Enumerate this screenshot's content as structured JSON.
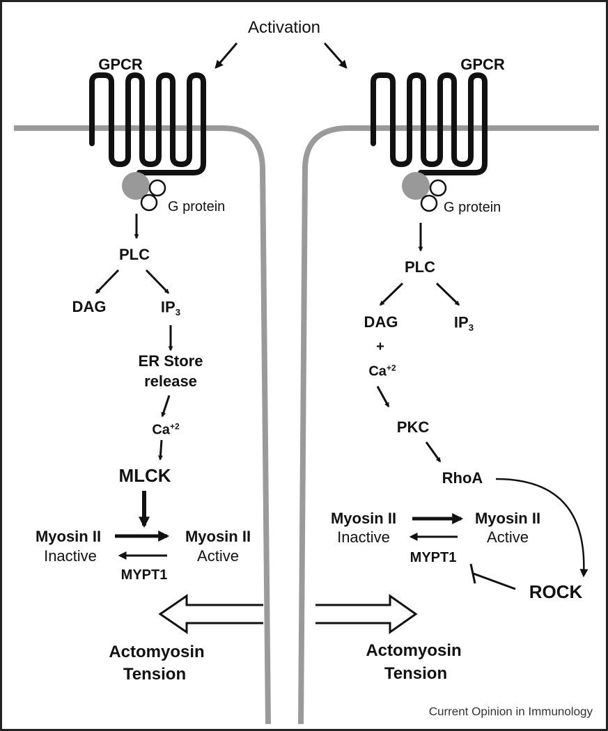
{
  "colors": {
    "membrane": "#9a9a9a",
    "g_alpha": "#999999",
    "ink": "#111111",
    "border": "#222222"
  },
  "top": {
    "activation": "Activation"
  },
  "left_panel": {
    "gpcr": "GPCR",
    "g_protein": "G protein",
    "plc": "PLC",
    "dag": "DAG",
    "ip3_base": "IP",
    "ip3_sub": "3",
    "er_line1": "ER Store",
    "er_line2": "release",
    "ca_base": "Ca",
    "ca_sup": "+2",
    "mlck": "MLCK",
    "myosin_inactive_name": "Myosin II",
    "myosin_inactive_state": "Inactive",
    "myosin_active_name": "Myosin II",
    "myosin_active_state": "Active",
    "mypt1": "MYPT1",
    "tension_line1": "Actomyosin",
    "tension_line2": "Tension"
  },
  "right_panel": {
    "gpcr": "GPCR",
    "g_protein": "G protein",
    "plc": "PLC",
    "dag": "DAG",
    "ip3_base": "IP",
    "ip3_sub": "3",
    "plus": "+",
    "ca_base": "Ca",
    "ca_sup": "+2",
    "pkc": "PKC",
    "rhoa": "RhoA",
    "myosin_inactive_name": "Myosin II",
    "myosin_inactive_state": "Inactive",
    "myosin_active_name": "Myosin II",
    "myosin_active_state": "Active",
    "mypt1": "MYPT1",
    "rock": "ROCK",
    "tension_line1": "Actomyosin",
    "tension_line2": "Tension"
  },
  "credit": "Current Opinion in Immunology"
}
